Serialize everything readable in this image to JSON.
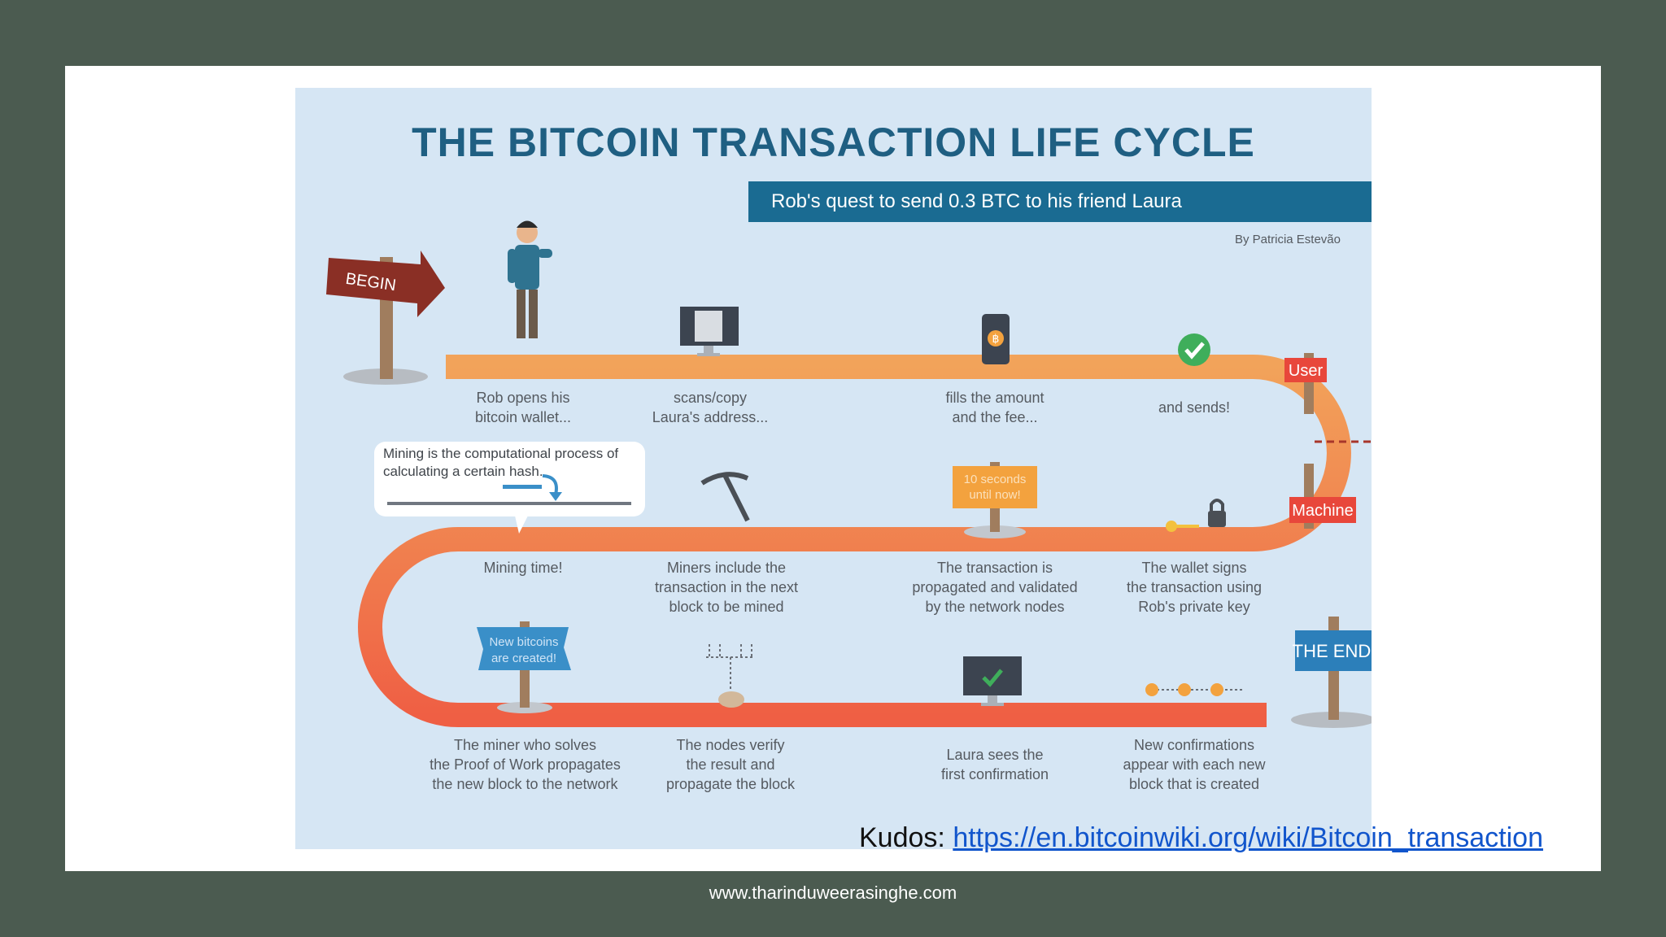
{
  "infographic": {
    "title": "THE BITCOIN TRANSACTION LIFE CYCLE",
    "subtitle": "Rob's quest to send 0.3 BTC to his friend Laura",
    "byline": "By Patricia Estevão",
    "signs": {
      "begin": "BEGIN",
      "user": "User",
      "machine": "Machine",
      "ten_seconds": "10 seconds\nuntil now!",
      "new_bitcoins": "New bitcoins\nare created!",
      "the_end": "THE END!"
    },
    "callout": "Mining is the computational process of\ncalculating a certain hash.",
    "steps_row1": [
      "Rob opens his\nbitcoin wallet...",
      "scans/copy\nLaura's address...",
      "fills the amount\nand the fee...",
      "and sends!"
    ],
    "steps_row2": [
      "Mining time!",
      "Miners include the\ntransaction in the next\nblock to be mined",
      "The transaction is\npropagated and validated\nby the network nodes",
      "The wallet signs\nthe transaction using\nRob's private key"
    ],
    "steps_row3": [
      "The miner who solves\nthe Proof of Work propagates\nthe new block to the network",
      "The nodes verify\nthe result and\npropagate the block",
      "Laura sees the\nfirst confirmation",
      "New confirmations\nappear with each new\nblock that is created"
    ]
  },
  "kudos": {
    "label": "Kudos:",
    "link": "https://en.bitcoinwiki.org/wiki/Bitcoin_transaction"
  },
  "footer": "www.tharinduweerasinghe.com",
  "colors": {
    "background": "#4b5b50",
    "infographic_bg": "#d6e6f4",
    "path_orange": "#f2a35a",
    "path_red": "#ef6d4a",
    "title_blue": "#1f5f82",
    "sign_red": "#e8473b"
  }
}
